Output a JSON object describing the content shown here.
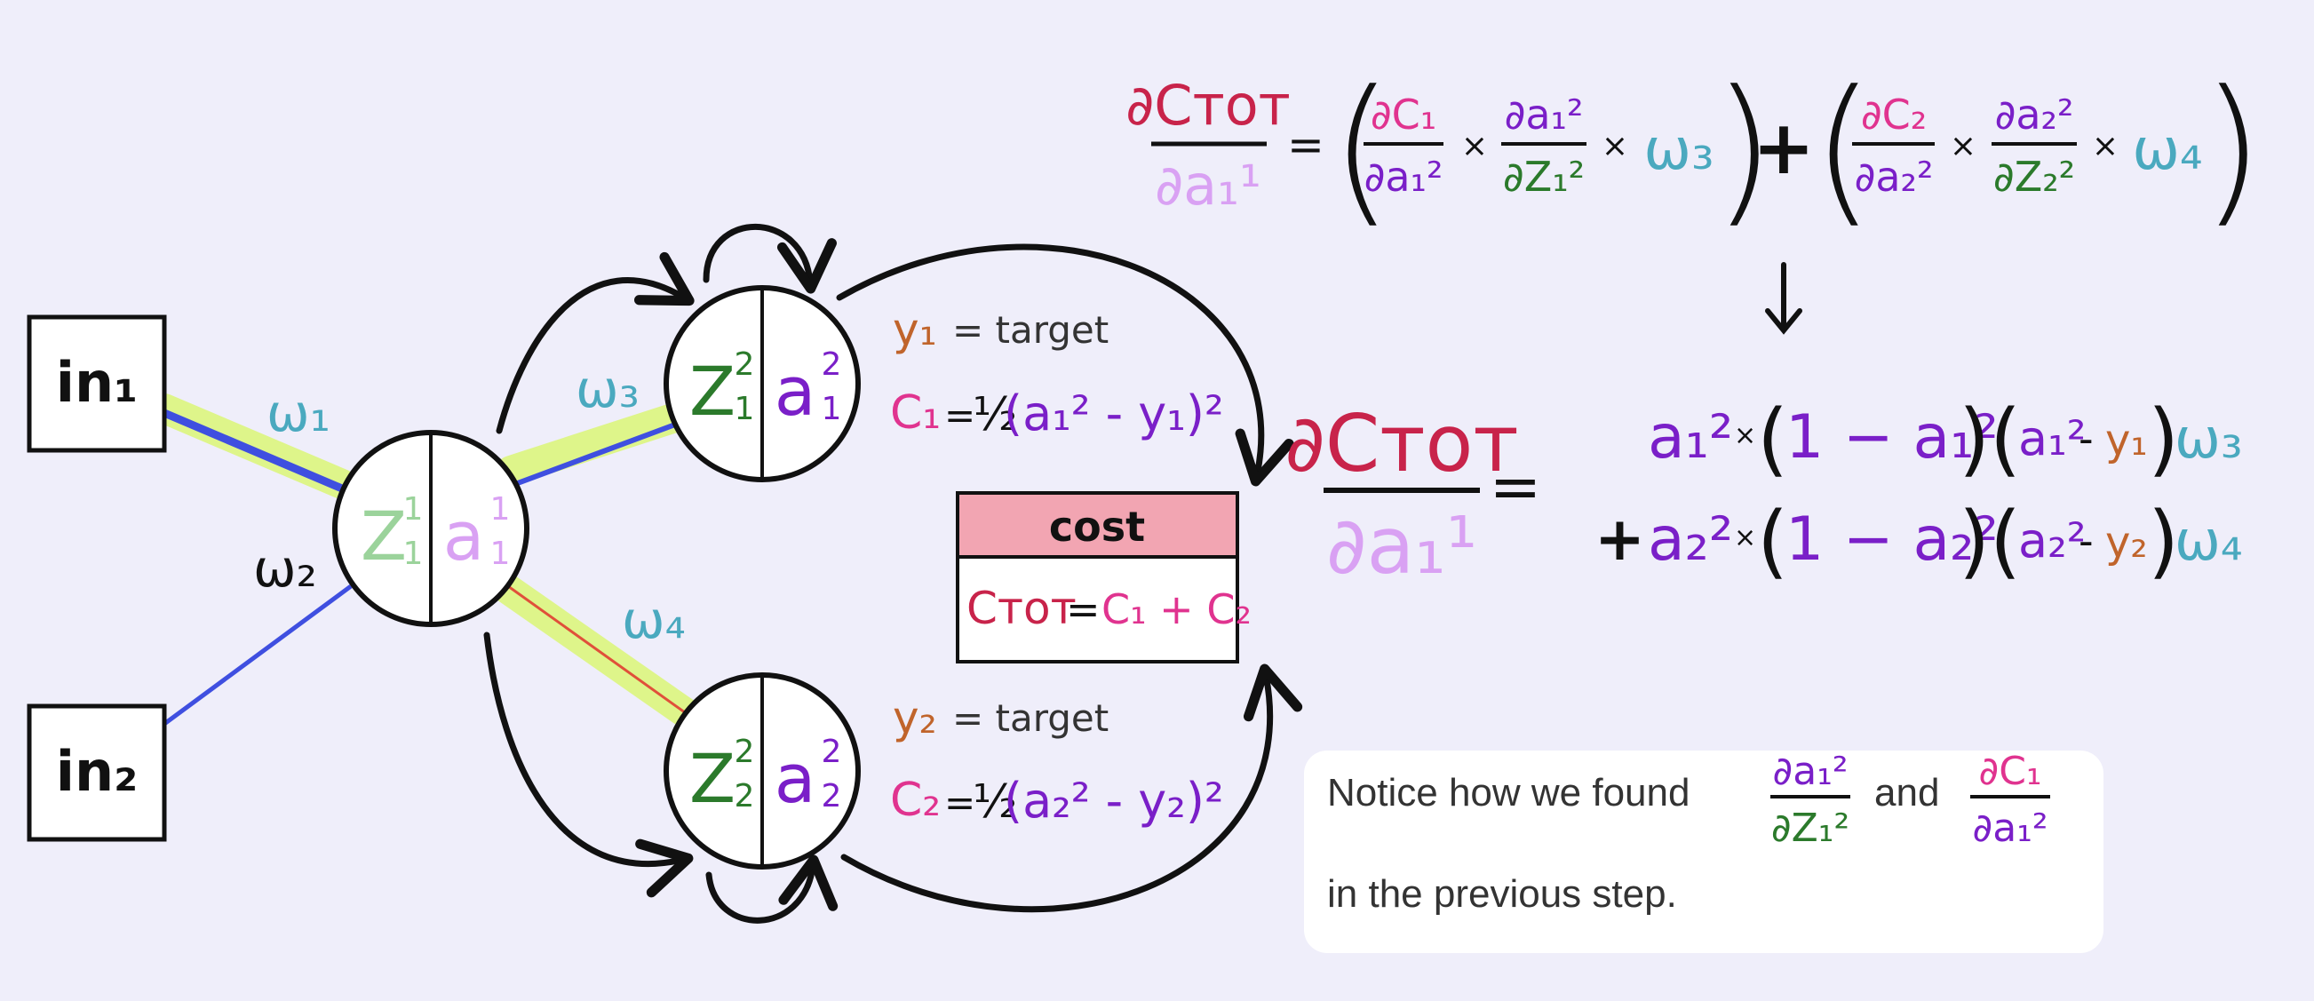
{
  "inputs": {
    "in1": "in₁",
    "in2": "in₂"
  },
  "weights": {
    "w1": "ω₁",
    "w2": "ω₂",
    "w3": "ω₃",
    "w4": "ω₄"
  },
  "neurons": {
    "hidden": {
      "z": "Z",
      "z_sup": "1",
      "z_sub": "1",
      "a": "a",
      "a_sup": "1",
      "a_sub": "1"
    },
    "out1": {
      "z": "Z",
      "z_sup": "2",
      "z_sub": "1",
      "a": "a",
      "a_sup": "2",
      "a_sub": "1"
    },
    "out2": {
      "z": "Z",
      "z_sup": "2",
      "z_sub": "2",
      "a": "a",
      "a_sup": "2",
      "a_sub": "2"
    }
  },
  "targets": {
    "y1_label": "y₁",
    "y2_label": "y₂",
    "target_text": "= target",
    "c1": "C₁",
    "c2": "C₂",
    "half": "½",
    "c1_rhs": "(a₁² - y₁)²",
    "c2_rhs": "(a₂² - y₂)²"
  },
  "cost_box": {
    "header": "cost",
    "formula_lhs": "Cᴛᴏᴛ",
    "formula_rhs": "C₁ + C₂"
  },
  "equation_top": {
    "lhs_num": "∂Cᴛᴏᴛ",
    "lhs_den": "∂a₁¹",
    "t1_n1": "∂C₁",
    "t1_d1": "∂a₁²",
    "t1_n2": "∂a₁²",
    "t1_d2": "∂Z₁²",
    "t1_w": "ω₃",
    "t2_n1": "∂C₂",
    "t2_d1": "∂a₂²",
    "t2_n2": "∂a₂²",
    "t2_d2": "∂Z₂²",
    "t2_w": "ω₄"
  },
  "equation_bottom": {
    "lhs_num": "∂Cᴛᴏᴛ",
    "lhs_den": "∂a₁¹",
    "row1": {
      "a": "a₁²",
      "one_minus": "1 − a₁²",
      "diff_a": "a₁²",
      "diff_y": "y₁",
      "w": "ω₃"
    },
    "row2": {
      "a": "a₂²",
      "one_minus": "1 − a₂²",
      "diff_a": "a₂²",
      "diff_y": "y₂",
      "w": "ω₄"
    }
  },
  "note": {
    "line1_prefix": "Notice how we found",
    "and": "and",
    "frac1_num": "∂a₁²",
    "frac1_den": "∂Z₁²",
    "frac2_num": "∂C₁",
    "frac2_den": "∂a₁²",
    "line2": "in the previous step."
  },
  "colors": {
    "background": "#efeefa",
    "black": "#111111",
    "hidden_z": "#9bd39b",
    "hidden_a": "#d9a1f3",
    "output_z": "#2b7a2b",
    "output_a": "#7a1fc8",
    "weight": "#4aa9bf",
    "cost_header": "#f2a5b2",
    "cost_c": "#c8234a",
    "c_pink": "#e0338f",
    "target_y": "#c0642b",
    "highlight": "#def58a",
    "wire_blue": "#3f4fe0",
    "wire_red": "#e0503a"
  }
}
